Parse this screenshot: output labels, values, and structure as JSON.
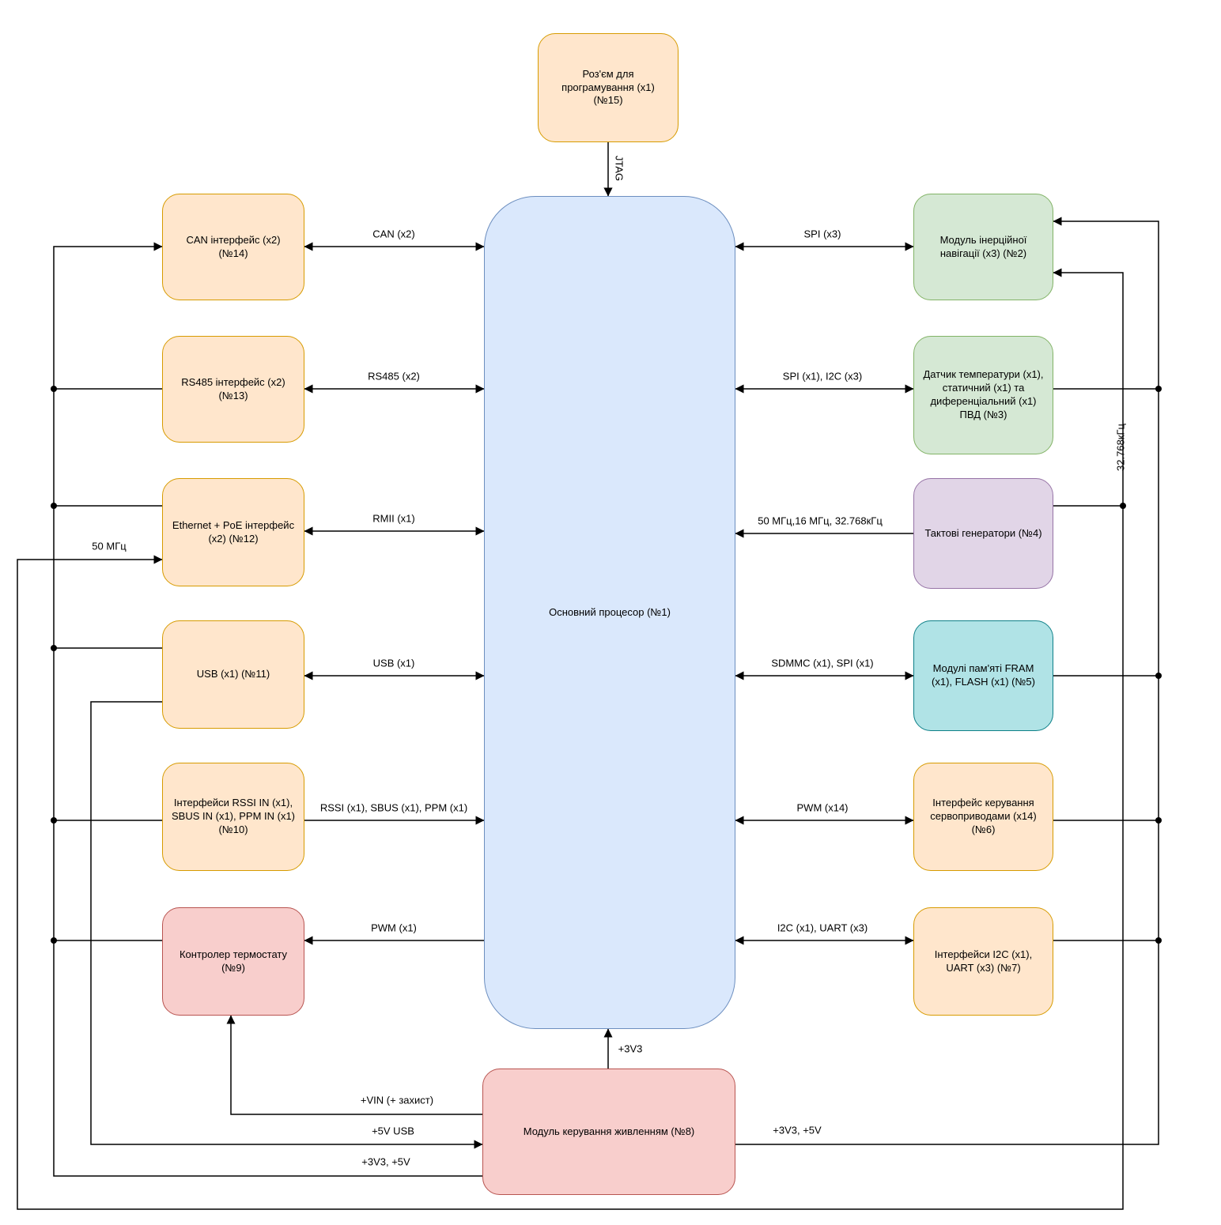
{
  "diagram": {
    "nodes": {
      "programming_connector": {
        "label": "Роз'єм для програмування (x1) (№15)",
        "color": "#FFE6CC"
      },
      "main_processor": {
        "label": "Основний процесор (№1)",
        "color": "#DAE8FC"
      },
      "can_interface": {
        "label": "CAN інтерфейс (x2) (№14)",
        "color": "#FFE6CC"
      },
      "rs485_interface": {
        "label": "RS485 інтерфейс (x2) (№13)",
        "color": "#FFE6CC"
      },
      "ethernet_poe": {
        "label": "Ethernet + PoE інтерфейс (x2) (№12)",
        "color": "#FFE6CC"
      },
      "usb": {
        "label": "USB (x1) (№11)",
        "color": "#FFE6CC"
      },
      "rc_inputs": {
        "label": "Інтерфейси RSSI IN (x1), SBUS IN (x1), PPM IN (x1) (№10)",
        "color": "#FFE6CC"
      },
      "thermostat_controller": {
        "label": "Контролер термостату (№9)",
        "color": "#F8CECC"
      },
      "inertial_nav": {
        "label": "Модуль інерційної навігації (x3) (№2)",
        "color": "#D5E8D4"
      },
      "sensors": {
        "label": "Датчик температури (x1), статичний (x1) та диференціальний (x1) ПВД (№3)",
        "color": "#D5E8D4"
      },
      "clock_generators": {
        "label": "Тактові генератори (№4)",
        "color": "#E1D5E7"
      },
      "memory": {
        "label": "Модулі пам'яті FRAM (x1), FLASH (x1) (№5)",
        "color": "#B0E3E6"
      },
      "servo_interface": {
        "label": "Інтерфейс керування сервоприводами (x14) (№6)",
        "color": "#FFE6CC"
      },
      "i2c_uart": {
        "label": "Інтерфейси I2C (x1), UART (x3) (№7)",
        "color": "#FFE6CC"
      },
      "power_module": {
        "label": "Модуль керування живленням (№8)",
        "color": "#F8CECC"
      }
    },
    "edge_labels": {
      "jtag": "JTAG",
      "can": "CAN (x2)",
      "rs485": "RS485 (x2)",
      "rmii": "RMII (x1)",
      "usb": "USB (x1)",
      "rc_in": "RSSI (x1), SBUS (x1), PPM (x1)",
      "pwm_thermostat": "PWM (x1)",
      "spi_nav": "SPI (x3)",
      "spi_i2c_sensors": "SPI (x1), I2C (x3)",
      "clocks": "50 МГц,16 МГц, 32.768кГц",
      "sdmmc_spi": "SDMMC (x1), SPI (x1)",
      "pwm_servo": "PWM (x14)",
      "i2c_uart": "I2C (x1), UART (x3)",
      "v3v3": "+3V3",
      "vin_protect": "+VIN (+ захист)",
      "v5_usb": "+5V USB",
      "rail_left": "+3V3, +5V",
      "rail_right": "+3V3, +5V",
      "mhz50": "50 МГц",
      "khz32768": "32.768кГц"
    },
    "colors": {
      "orange_fill": "#FFE6CC",
      "orange_stroke": "#D79B00",
      "green_fill": "#D5E8D4",
      "green_stroke": "#82B366",
      "purple_fill": "#E1D5E7",
      "purple_stroke": "#9673A6",
      "teal_fill": "#B0E3E6",
      "teal_stroke": "#0E8088",
      "red_fill": "#F8CECC",
      "red_stroke": "#B85450",
      "blue_fill": "#DAE8FC",
      "blue_stroke": "#6C8EBF",
      "line": "#000000"
    }
  }
}
